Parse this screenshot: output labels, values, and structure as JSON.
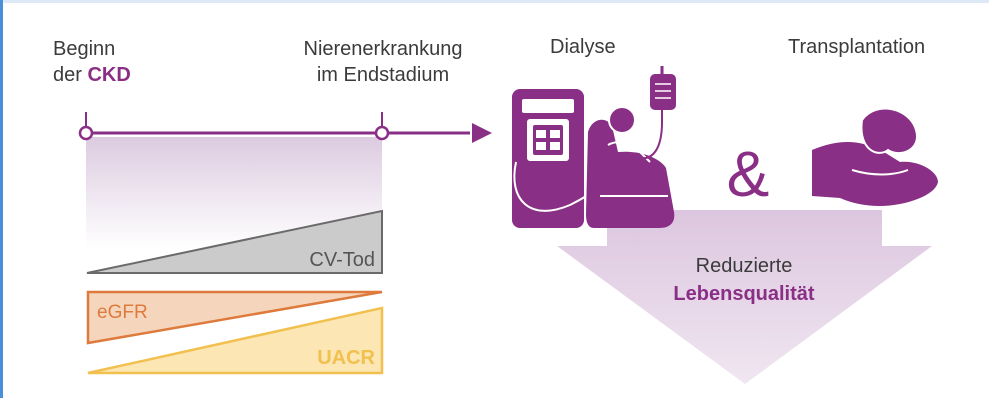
{
  "labels": {
    "beginn_line1": "Beginn",
    "beginn_line2_prefix": "der",
    "ckd": "CKD",
    "endstage_line1": "Nierenerkrankung",
    "endstage_line2": "im Endstadium",
    "dialyse": "Dialyse",
    "transplantation": "Transplantation",
    "ampersand": "&",
    "cv_tod": "CV-Tod",
    "egfr": "eGFR",
    "uacr": "UACR",
    "reduced_line1": "Reduzierte",
    "reduced_line2": "Lebensqualität"
  },
  "icons": [
    "dialysis-machine-icon",
    "iv-bag-icon",
    "patient-icon",
    "hand-with-kidney-icon"
  ],
  "colors": {
    "purple": "#8a2f86",
    "light_purple": "#e6d5e9",
    "gray_wedge": "#cbcbcb",
    "egfr_orange": "#de7a3c",
    "egfr_fill": "#f5d6bd",
    "uacr_yellow": "#f2c04f",
    "uacr_fill": "#fbe6b4",
    "frame_blue": "#4a90d9"
  }
}
